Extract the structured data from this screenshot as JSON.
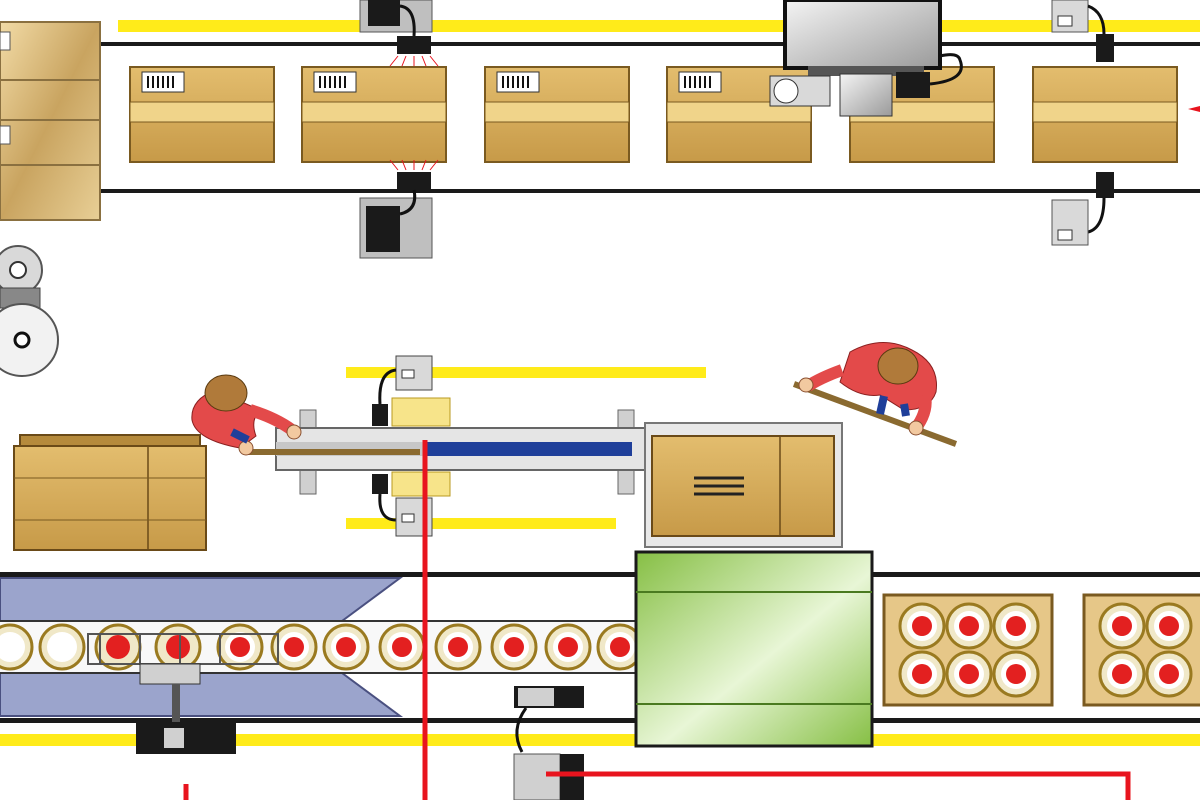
{
  "diagram": {
    "colors": {
      "background": "#ffffff",
      "safety_stripe": "#ffeb1a",
      "conveyor_rail": "#1a1a1a",
      "cardboard": "#d4ac5d",
      "cardboard_band": "#f0d48a",
      "cardboard_edge": "#7a5a20",
      "wiring": "#e8141e",
      "accumulation_table": "#9ba4cc",
      "sealer_body": "#94c954",
      "worker_shirt": "#e34a4a",
      "worker_hair": "#b07a3a",
      "pallet_wood": "#d4b06a",
      "can_red": "#e32020",
      "device_grey": "#bfbfbf",
      "device_dark": "#1a1a1a"
    },
    "icons": [
      "scanner-icon",
      "label-applicator-icon",
      "print-head-icon",
      "controller-icon",
      "worker-icon",
      "label-reel-icon",
      "case-sealer-icon",
      "cardboard-box-icon",
      "can-icon",
      "pallet-icon"
    ],
    "counts": {
      "boxes_on_top_conveyor": 6,
      "cans_on_bottom_conveyor": 12,
      "cans_per_tray": 6,
      "trays_on_bottom_conveyor": 2,
      "workers": 2
    }
  }
}
